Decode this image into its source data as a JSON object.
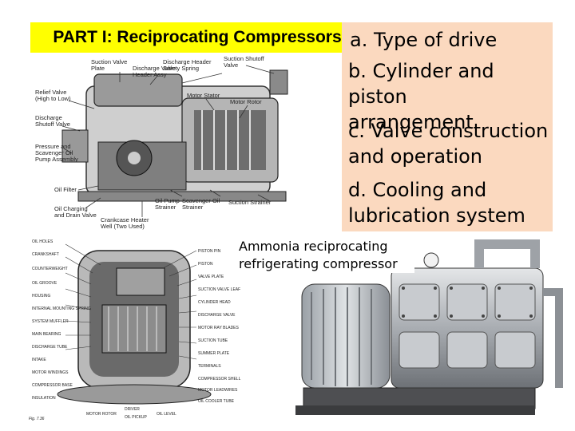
{
  "slide": {
    "title": "PART I: Reciprocating Compressors",
    "items": [
      {
        "lines": [
          "a. Type of drive"
        ]
      },
      {
        "lines": [
          "b. Cylinder and piston",
          "arrangement"
        ]
      },
      {
        "lines": [
          "c. Valve construction",
          "and operation"
        ]
      },
      {
        "lines": [
          "d. Cooling and",
          "lubrication system"
        ]
      }
    ],
    "photo_caption": [
      "Ammonia reciprocating",
      "refrigerating compressor"
    ],
    "top_diagram_labels": {
      "suction_valve_plate": [
        "Suction Valve",
        "Plate"
      ],
      "discharge_valve_header": [
        "Discharge Valve",
        "Header Assy"
      ],
      "discharge_header_spring": [
        "Discharge Header",
        "Safety Spring"
      ],
      "suction_shutoff_valve": [
        "Suction Shutoff",
        "Valve"
      ],
      "relief_valve": [
        "Relief Valve",
        "(High to Low)"
      ],
      "motor_stator": "Motor Stator",
      "motor_rotor": "Motor Rotor",
      "discharge_shutoff": [
        "Discharge",
        "Shutoff Valve"
      ],
      "pressure_scavenger": [
        "Pressure and",
        "Scavenger Oil",
        "Pump Assembly"
      ],
      "oil_filter": "Oil Filter",
      "oil_pump_strainer": [
        "Oil Pump",
        "Strainer"
      ],
      "scavenger_strainer": [
        "Scavenger Oil",
        "Strainer"
      ],
      "suction_strainer": "Suction Strainer",
      "oil_charging": [
        "Oil Charging",
        "and Drain Valve"
      ],
      "crankcase_heater": [
        "Crankcase Heater",
        "Well (Two Used)"
      ]
    },
    "bottom_diagram_labels": {
      "left": [
        "OIL HOLES",
        "CRANKSHAFT",
        "COUNTERWEIGHT",
        "OIL GROOVE",
        "HOUSING",
        "INTERNAL MOUNTING SPRING",
        "SYSTEM MUFFLER",
        "MAIN BEARING",
        "DISCHARGE TUBE",
        "INTAKE",
        "MOTOR WINDINGS",
        "COMPRESSOR BASE",
        "INSULATION"
      ],
      "right": [
        "PISTON PIN",
        "PISTON",
        "VALVE PLATE",
        "SUCTION VALVE LEAF",
        "CYLINDER HEAD",
        "DISCHARGE VALVE",
        "MOTOR RAY BLADES",
        "SUCTION TUBE",
        "SUMMER PLATE",
        "TERMINALS",
        "COMPRESSOR SHELL",
        "MOTOR LEADWIRES",
        "OIL COOLER TUBE"
      ],
      "bottom": [
        "DRIVER",
        "MOTOR ROTOR",
        "OIL PICKUP",
        "OIL LEVEL"
      ],
      "caption": "Fig. 7.36"
    }
  }
}
